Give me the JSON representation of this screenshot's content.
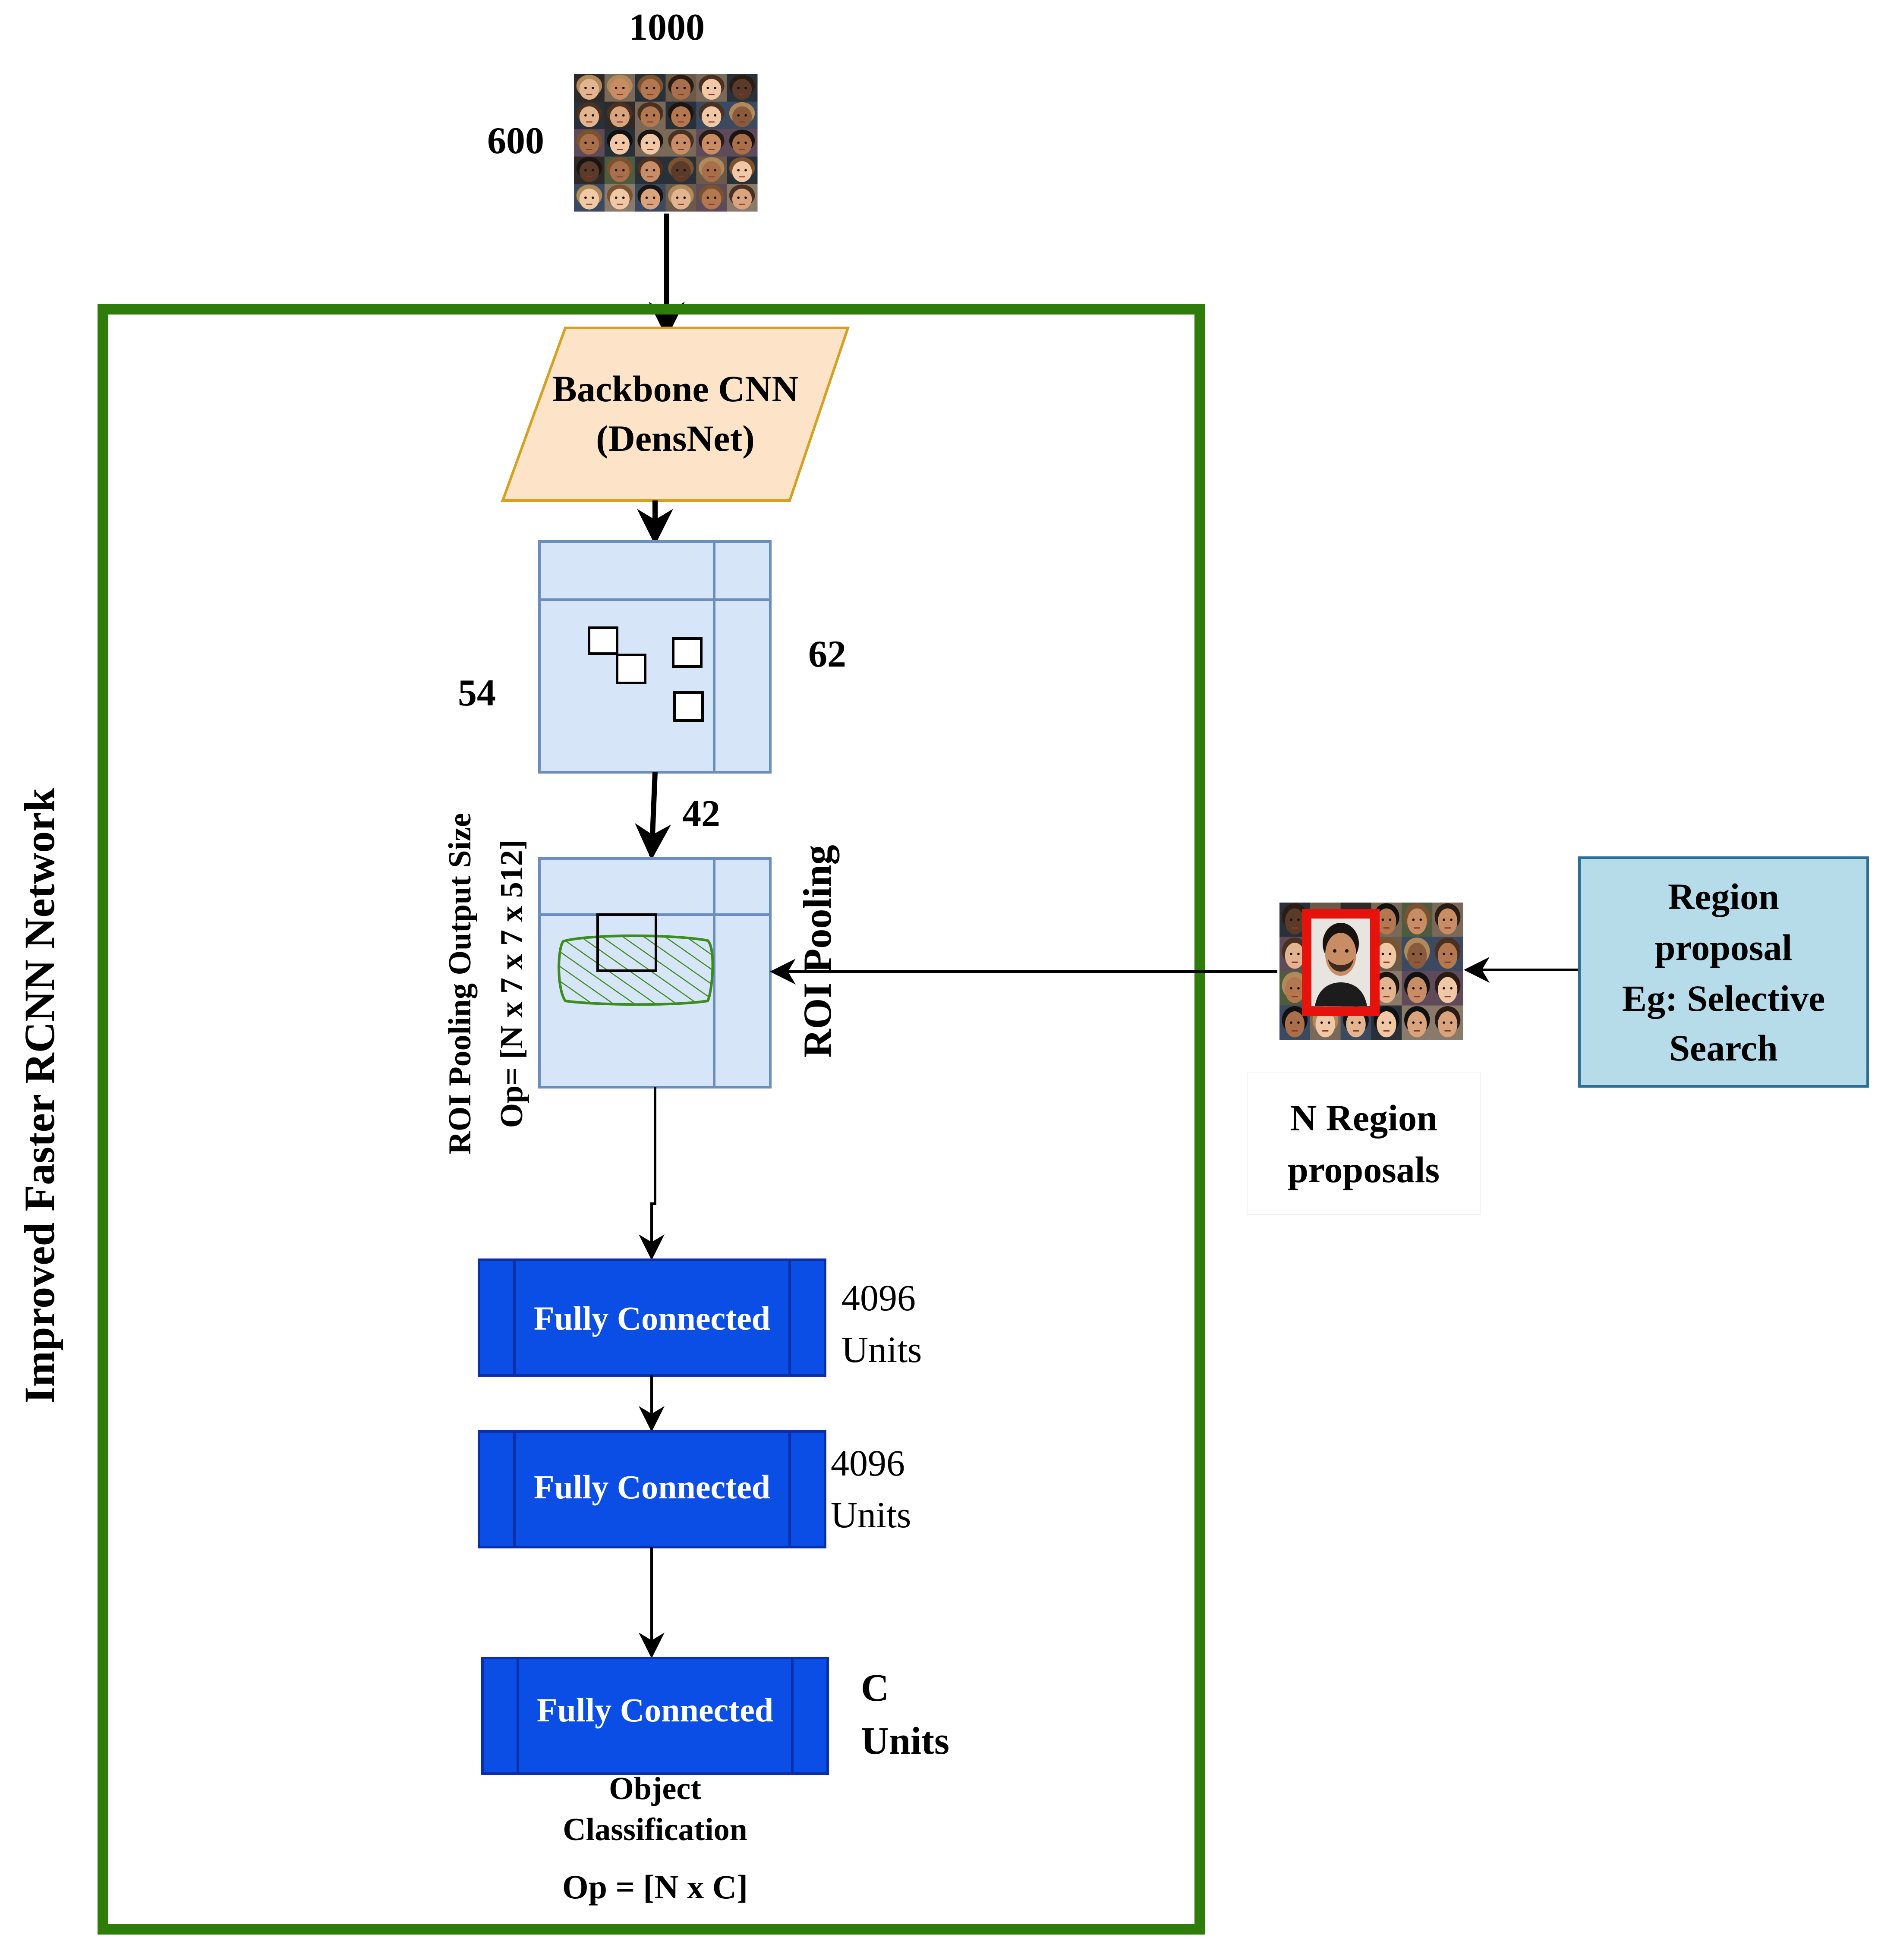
{
  "input_image": {
    "width_label": "1000",
    "height_label": "600",
    "thumbnail": "face-grid-photo"
  },
  "network": {
    "title": "Improved Faster RCNN Network",
    "border_color": "#2e7d0a"
  },
  "backbone": {
    "line1": "Backbone CNN",
    "line2": "(DensNet)",
    "fill": "#fde3c8",
    "stroke": "#d6a020"
  },
  "feature_map": {
    "left_label": "54",
    "right_label": "62",
    "bottom_label": "42",
    "fill": "#d6e6f8",
    "stroke": "#6c8ebf"
  },
  "roi_pool": {
    "side_label": "ROI Pooling",
    "output_line1": "ROI Pooling Output Size",
    "output_line2": "Op= [N x 7 x 7 x 512]",
    "hatch_color": "#3c8c1e"
  },
  "proposals": {
    "image_label_line1": "N Region",
    "image_label_line2": "proposals",
    "highlight_color": "#e8120c",
    "box_line1": "Region",
    "box_line2": "proposal",
    "box_line3": "Eg: Selective",
    "box_line4": "Search",
    "box_fill": "#b6dcea",
    "box_stroke": "#2d6e95"
  },
  "fc_layers": [
    {
      "label": "Fully Connected",
      "units_line1": "4096",
      "units_line2": "Units"
    },
    {
      "label": "Fully Connected",
      "units_line1": "4096",
      "units_line2": "Units"
    },
    {
      "label": "Fully Connected",
      "units_line1": "C",
      "units_line2": "Units"
    }
  ],
  "fc_style": {
    "fill": "#0a4ee6",
    "stroke": "#0a2fa8"
  },
  "output": {
    "line1": "Object",
    "line2": "Classification",
    "line3": "Op = [N x  C]"
  }
}
